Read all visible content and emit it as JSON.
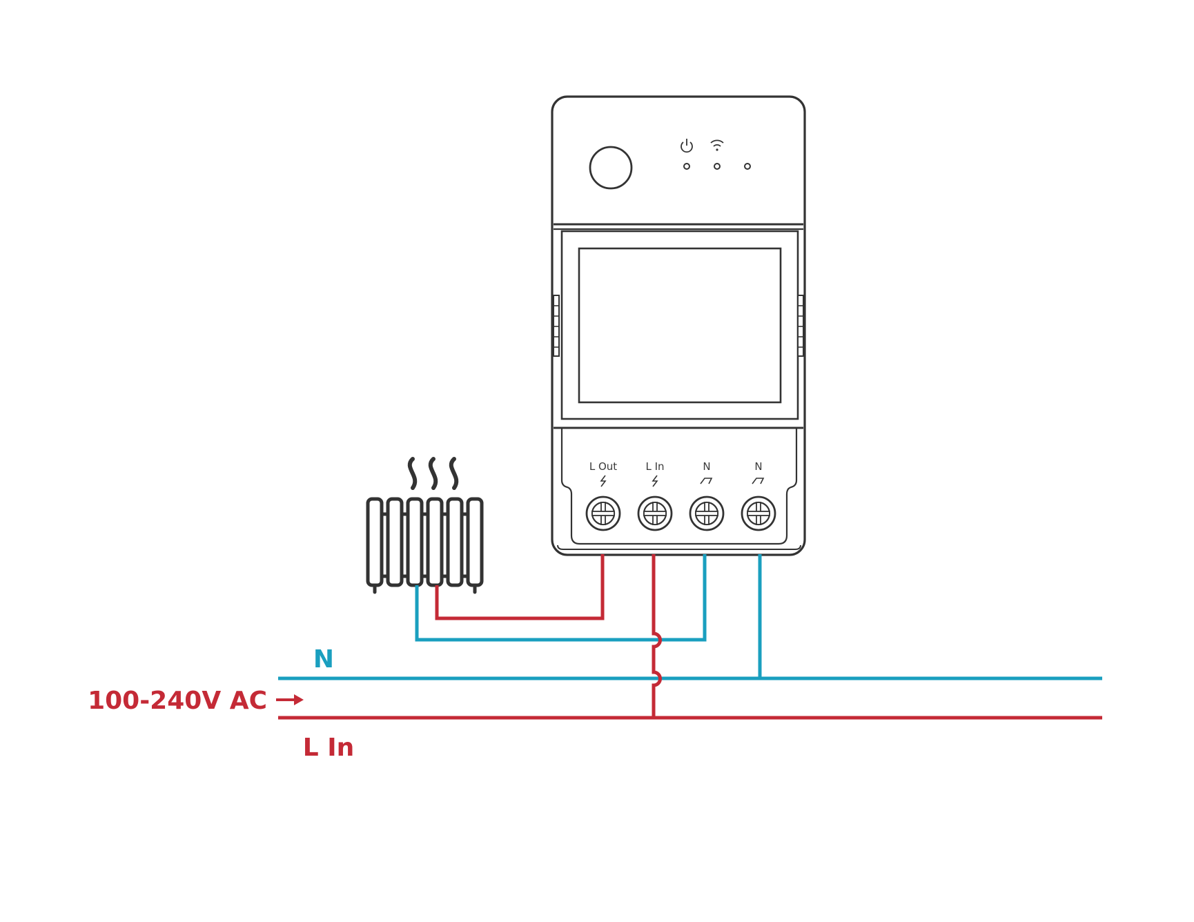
{
  "colors": {
    "neutral_wire": "#1a9fbf",
    "live_wire": "#c42a36",
    "outline": "#333333"
  },
  "device": {
    "icons": [
      "power-icon",
      "wifi-icon"
    ],
    "terminals": [
      {
        "label": "L Out",
        "symbol": "live-symbol-icon"
      },
      {
        "label": "L In",
        "symbol": "live-symbol-icon"
      },
      {
        "label": "N",
        "symbol": "neutral-symbol-icon"
      },
      {
        "label": "N",
        "symbol": "neutral-symbol-icon"
      }
    ]
  },
  "load": {
    "icon": "radiator-heater-icon"
  },
  "supply": {
    "neutral_label": "N",
    "voltage_label": "100-240V AC",
    "live_label": "L In",
    "arrow_icon": "arrow-right-icon"
  }
}
